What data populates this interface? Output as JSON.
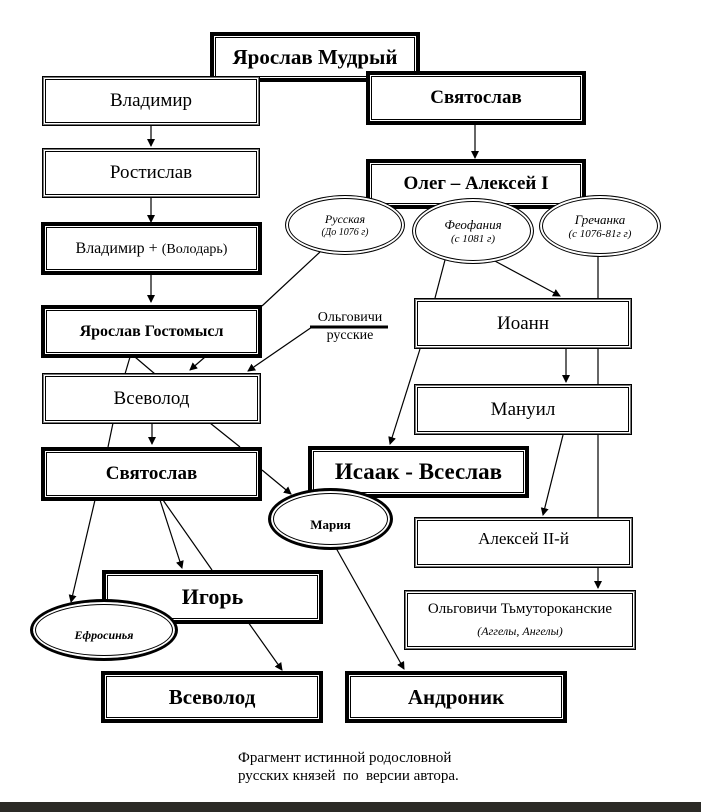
{
  "diagram": {
    "title_node": "Ярослав Мудрый",
    "nodes": {
      "vladimir": "Владимир",
      "svyatoslav_top": "Святослав",
      "rostislav": "Ростислав",
      "oleg": "Олег – Алексей I",
      "vladimir_volodar_main": "Владимир + ",
      "vladimir_volodar_sub": "(Володарь)",
      "yaroslav_gostomysl": "Ярослав Гостомысл",
      "ioann": "Иоанн",
      "vsevolod_mid": "Всеволод",
      "manuil": "Мануил",
      "svyatoslav_mid": "Святослав",
      "isaak": "Исаак - Всеслав",
      "aleksei2": "Алексей II-й",
      "igor": "Игорь",
      "olgovichi_t_main": "Ольговичи Тьмутороканские",
      "olgovichi_t_sub": "(Аггелы, Ангелы)",
      "vsevolod_bottom": "Всеволод",
      "andronik": "Андроник"
    },
    "wives": {
      "russkaya_name": "Русская",
      "russkaya_date": "(До 1076 г)",
      "feofaniya_name": "Феофания",
      "feofaniya_date": "(с 1081 г)",
      "grechanka_name": "Гречанка",
      "grechanka_date": "(с 1076-81г г)",
      "mariya": "Мария",
      "efrosinya": "Ефросинья"
    },
    "side_label_line1": "Ольговичи",
    "side_label_line2": "русские",
    "caption_line1": "Фрагмент истинной родословной",
    "caption_line2": "русских князей  по  версии автора."
  }
}
